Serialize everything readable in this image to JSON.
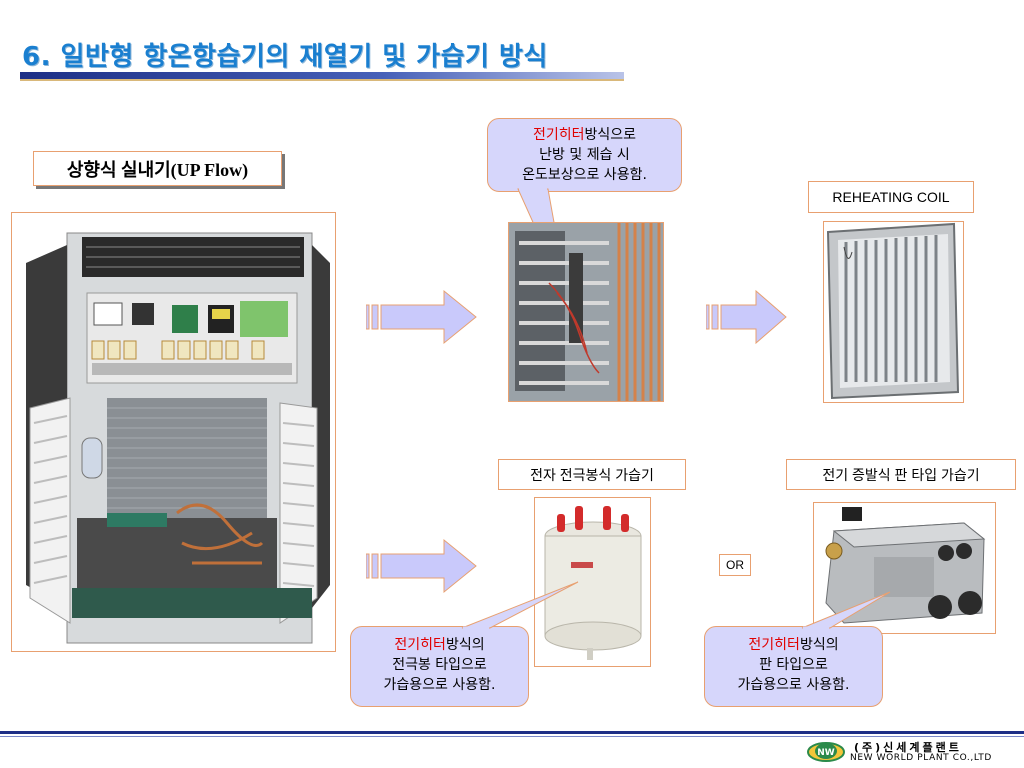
{
  "title": "6. 일반형 항온항습기의  재열기 및 가습기 방식",
  "upflow_label": "상향식 실내기(UP Flow)",
  "reheating_label": "REHEATING COIL",
  "electrode_humidifier_label": "전자 전극봉식 가습기",
  "pan_humidifier_label": "전기 증발식 판 타입 가습기",
  "or_label": "OR",
  "callout_top": {
    "red": "전기히터",
    "rest1": "방식으로",
    "line2": "난방 및 제습 시",
    "line3": "온도보상으로 사용함."
  },
  "callout_bottom_left": {
    "red": "전기히터",
    "rest1": "방식의",
    "line2": "전극봉 타입으로",
    "line3": "가습용으로 사용함."
  },
  "callout_bottom_right": {
    "red": "전기히터",
    "rest1": "방식의",
    "line2": "판 타입으로",
    "line3": "가습용으로 사용함."
  },
  "footer": {
    "company_kr": "(주)신세계플랜트",
    "company_en": "NEW WORLD PLANT CO.,LTD",
    "logo_text": "NW"
  },
  "colors": {
    "title": "#1a7fd0",
    "callout_fill": "#d6d6fb",
    "frame_border": "#e8a070",
    "arrow_fill": "#c9c9fb",
    "accent_red": "#e00000"
  }
}
